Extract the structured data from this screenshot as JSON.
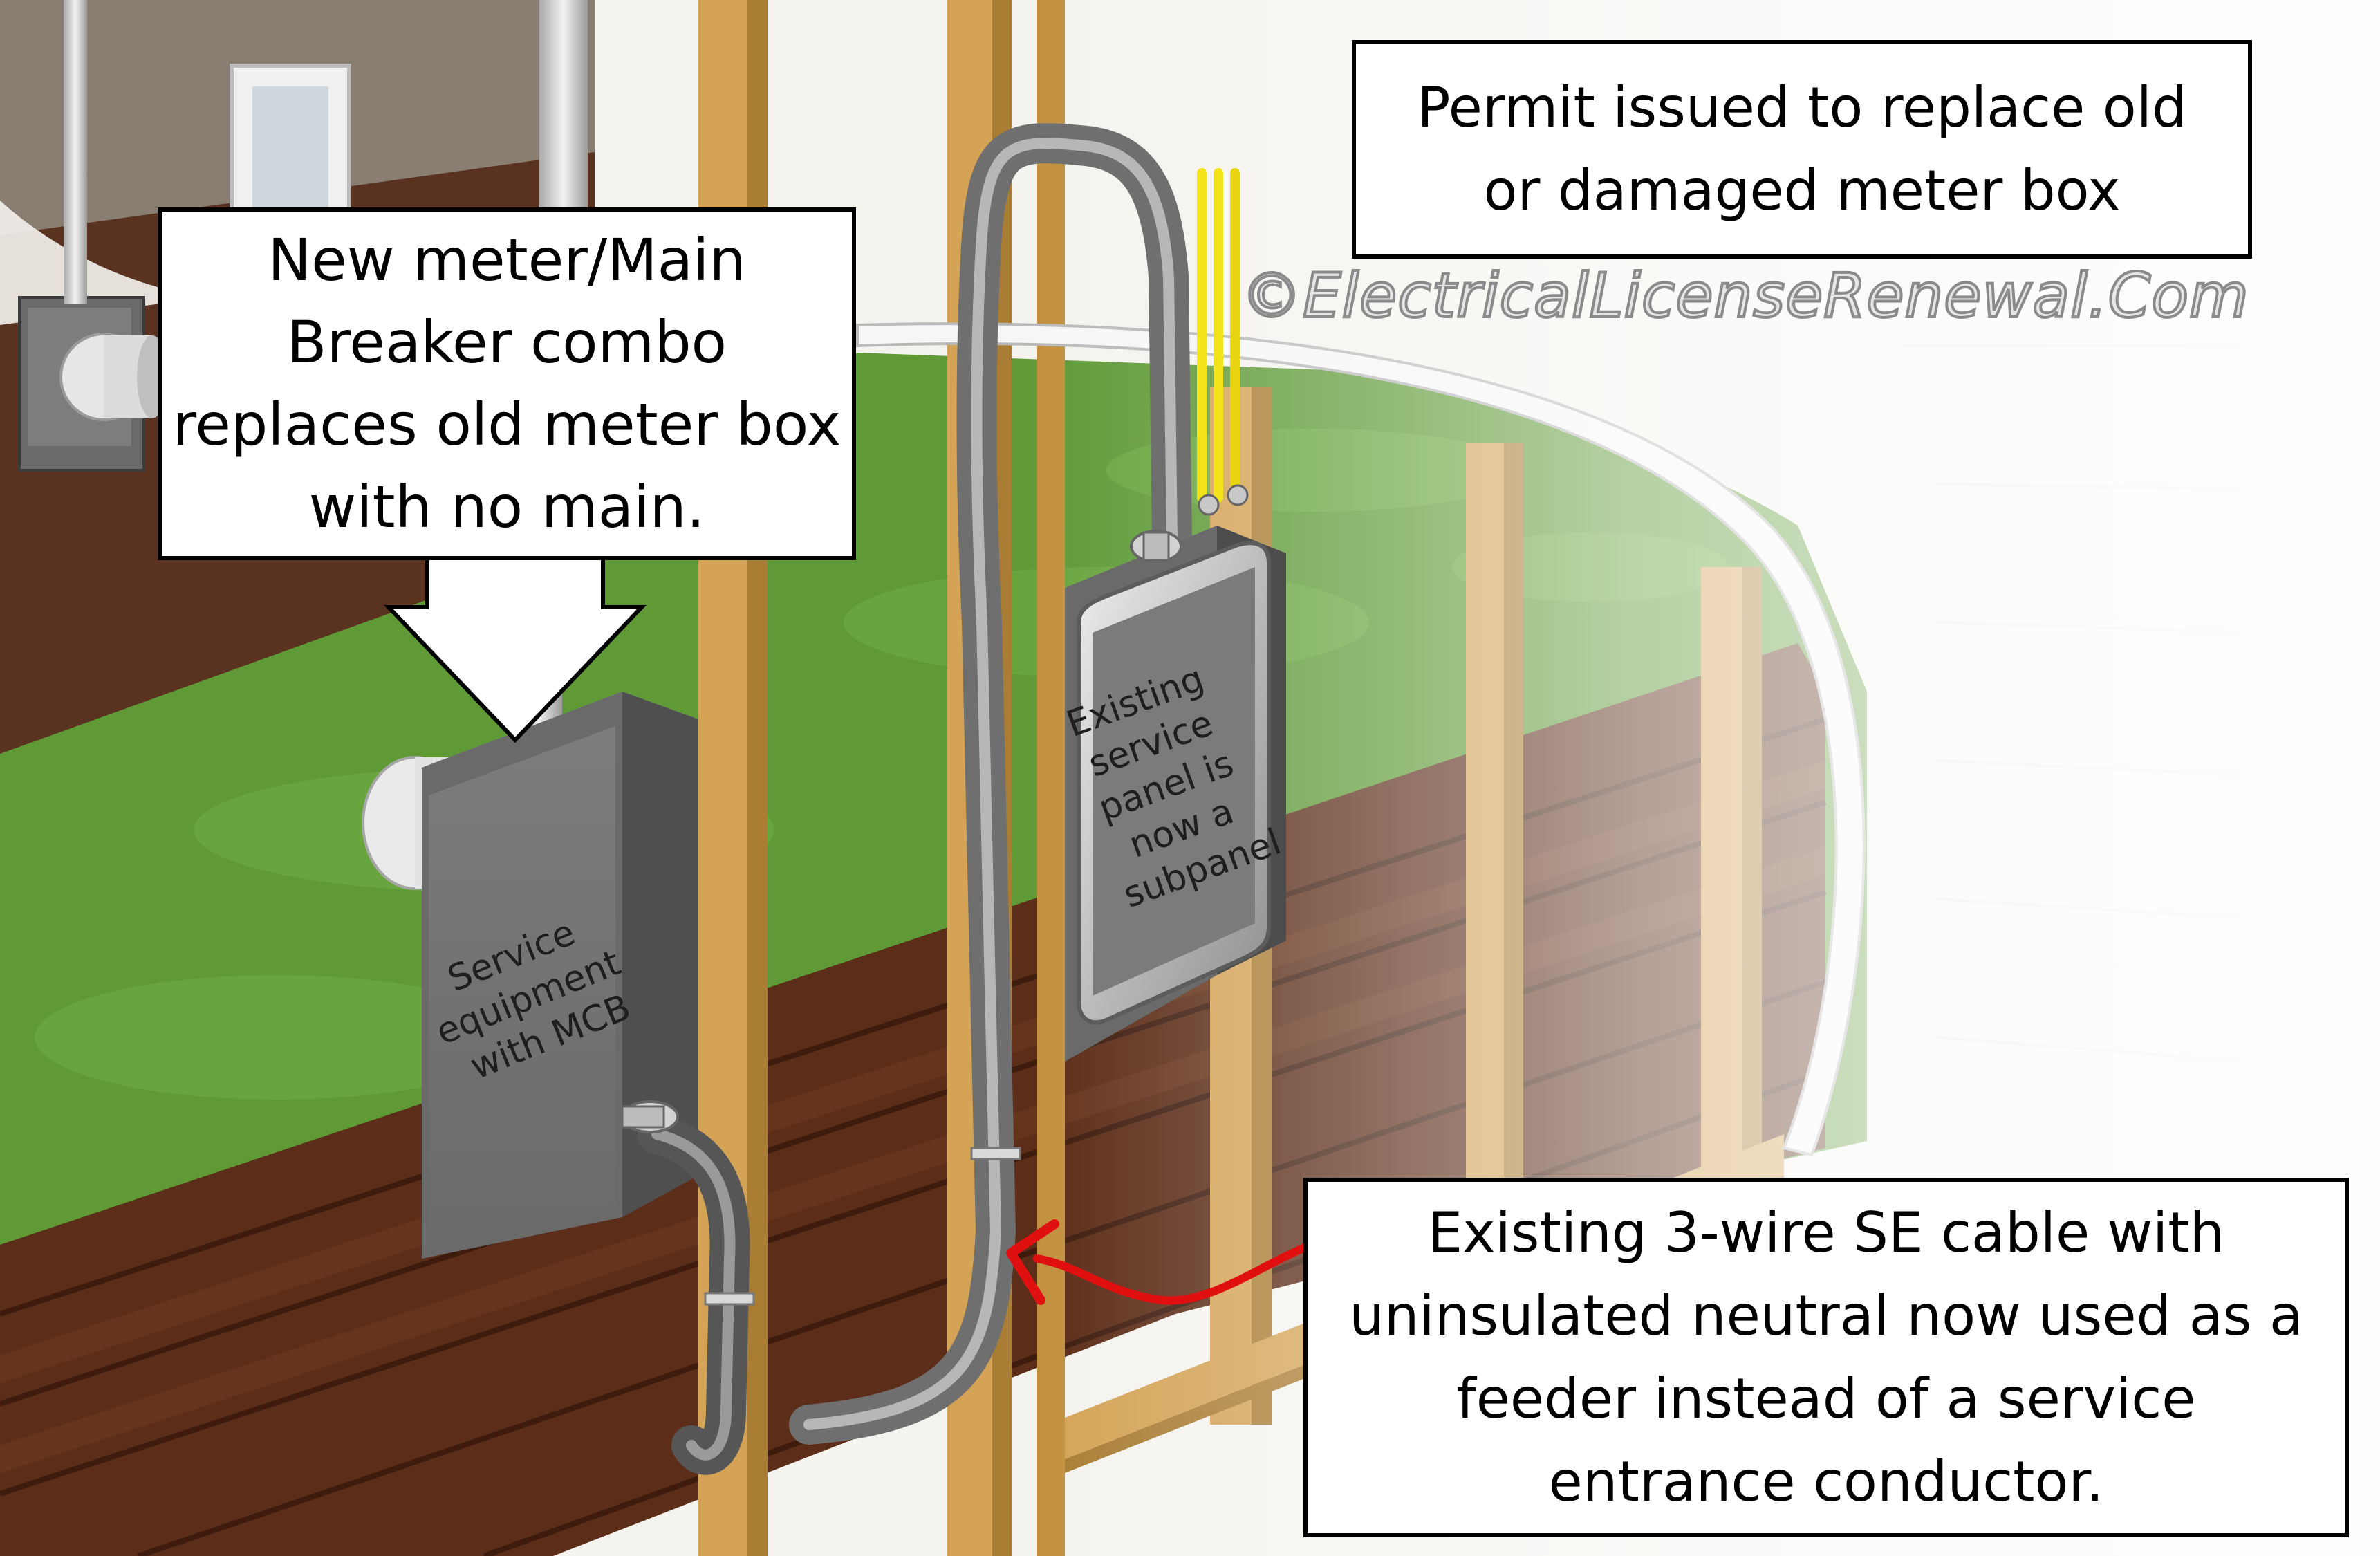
{
  "callouts": {
    "permit": {
      "lines": [
        "Permit issued to replace old",
        "or damaged meter box"
      ]
    },
    "new_meter": {
      "lines": [
        "New meter/Main",
        "Breaker combo",
        "replaces old meter box",
        "with no main."
      ]
    },
    "se_cable": {
      "lines": [
        "Existing 3-wire SE cable with",
        "uninsulated neutral now used as a",
        "feeder instead of a service",
        "entrance conductor."
      ]
    }
  },
  "watermark": "©ElectricalLicenseRenewal.Com",
  "labels": {
    "service_equipment": [
      "Service",
      "equipment",
      "with MCB"
    ],
    "existing_panel": [
      "Existing",
      "service",
      "panel is",
      "now a",
      "subpanel"
    ]
  },
  "colors": {
    "grass": "#5f9a37",
    "stud": "#d4a356",
    "sheathing": "#5c2d18",
    "panel": "#737373",
    "house_wall": "#5a3320",
    "arrow": "#e01010",
    "cable": "#8c8c8c"
  },
  "icons": {
    "callout_arrow": "down-arrow-icon",
    "pointer": "curved-red-arrow-icon"
  }
}
